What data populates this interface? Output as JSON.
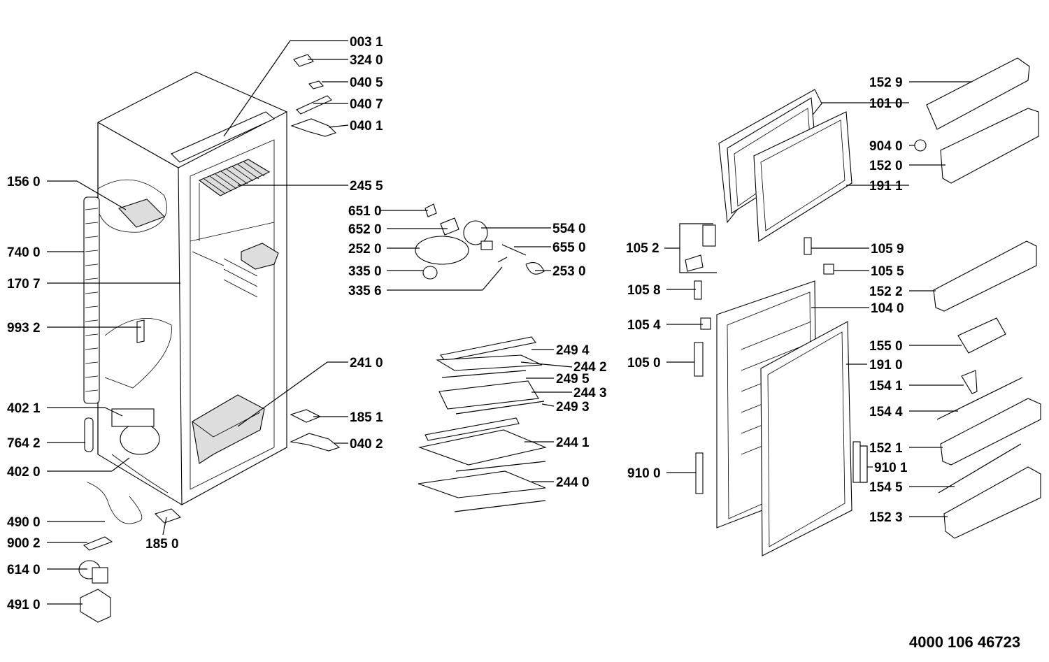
{
  "document_code": "4000 106 46723",
  "labels": {
    "l0031": "003 1",
    "l3240": "324 0",
    "l0405": "040 5",
    "l0407": "040 7",
    "l0401": "040 1",
    "l2455": "245 5",
    "l6510": "651 0",
    "l6520": "652 0",
    "l2520": "252 0",
    "l3350": "335 0",
    "l3356": "335 6",
    "l5540": "554 0",
    "l6550": "655 0",
    "l2530": "253 0",
    "l2410": "241 0",
    "l1851": "185 1",
    "l0402": "040 2",
    "l1850": "185 0",
    "l1560": "156 0",
    "l7400": "740 0",
    "l1707": "170 7",
    "l9932": "993 2",
    "l4021": "402 1",
    "l7642": "764 2",
    "l4020": "402 0",
    "l4900": "490 0",
    "l9002": "900 2",
    "l6140": "614 0",
    "l4910": "491 0",
    "l2494": "249 4",
    "l2442": "244 2",
    "l2495": "249 5",
    "l2443": "244 3",
    "l2493": "249 3",
    "l2441": "244 1",
    "l2440": "244 0",
    "l1052": "105 2",
    "l1058": "105 8",
    "l1054": "105 4",
    "l1050": "105 0",
    "l9100": "910 0",
    "l1059": "105 9",
    "l1055": "105 5",
    "l1040": "104 0",
    "l1910": "191 0",
    "l9101": "910 1",
    "l1529": "152 9",
    "l1010": "101 0",
    "l9040": "904 0",
    "l1520": "152 0",
    "l1911": "191 1",
    "l1522": "152 2",
    "l1550": "155 0",
    "l1541": "154 1",
    "l1544": "154 4",
    "l1521": "152 1",
    "l1545": "154 5",
    "l1523": "152 3"
  }
}
